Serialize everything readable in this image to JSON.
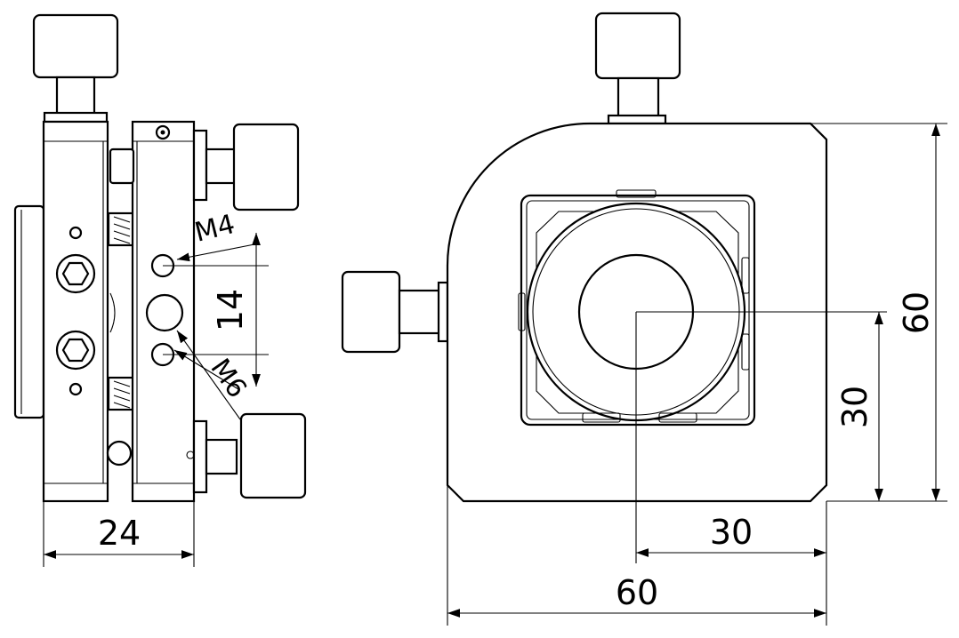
{
  "side_view": {
    "width_dimension": "24",
    "pitch_dimension": "14",
    "callout_small_thread": "M4",
    "callout_large_thread": "M6"
  },
  "front_view": {
    "width_dimension": "60",
    "height_dimension": "60",
    "center_offset_x": "30",
    "center_offset_y": "30"
  }
}
